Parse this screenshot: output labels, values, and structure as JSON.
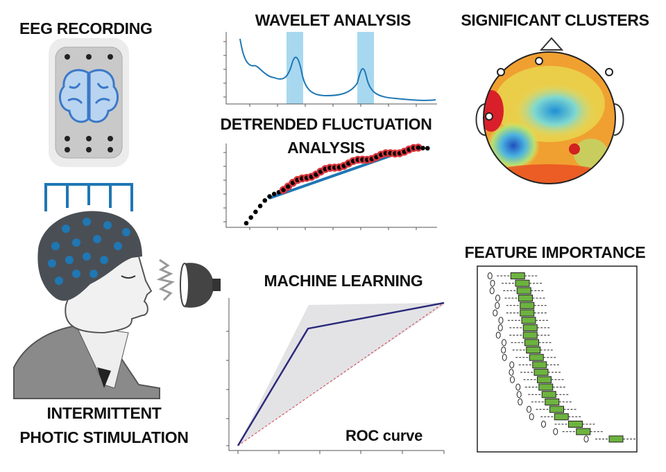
{
  "panels": {
    "eeg": {
      "title": "EEG RECORDING"
    },
    "ips": {
      "title_line1": "INTERMITTENT",
      "title_line2": "PHOTIC STIMULATION"
    },
    "wavelet": {
      "title": "WAVELET ANALYSIS"
    },
    "dfa": {
      "title_line1": "DETRENDED FLUCTUATION",
      "title_line2": "ANALYSIS"
    },
    "ml": {
      "title": "MACHINE LEARNING",
      "curve_label": "ROC curve"
    },
    "clusters": {
      "title": "SIGNIFICANT CLUSTERS"
    },
    "features": {
      "title": "FEATURE IMPORTANCE"
    }
  },
  "colors": {
    "accent_blue": "#1f77b4",
    "band_blue": "#a8d8f0",
    "dfa_red": "#d9363e",
    "roc_line": "#2b2a7a",
    "box_green": "#6db33f"
  },
  "roc": {
    "fpr": [
      0,
      0.34,
      1
    ],
    "tpr": [
      0,
      0.82,
      1
    ]
  },
  "boxplot_medians": [
    0.25,
    0.28,
    0.29,
    0.3,
    0.31,
    0.31,
    0.32,
    0.33,
    0.33,
    0.34,
    0.35,
    0.37,
    0.39,
    0.4,
    0.42,
    0.43,
    0.45,
    0.47,
    0.5,
    0.53,
    0.62,
    0.67,
    0.88
  ]
}
